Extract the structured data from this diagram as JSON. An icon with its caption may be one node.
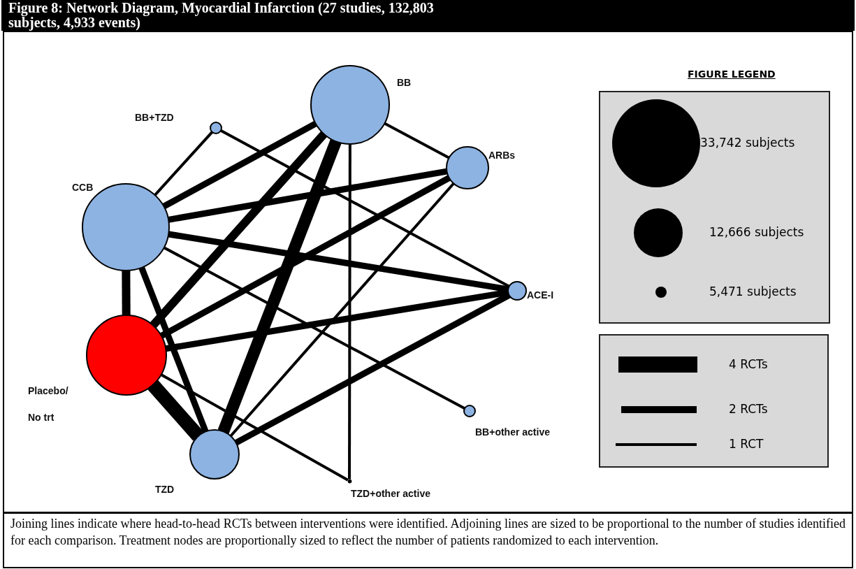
{
  "diagram": {
    "title": "Figure 8: Network Diagram, Myocardial Infarction (27 studies, 132,803 subjects, 4,933 events)",
    "caption": "Joining lines indicate where head-to-head RCTs between interventions were identified. Adjoining lines are sized to be proportional to the number of studies identified for each comparison. Treatment nodes are proportionally sized to reflect the number of patients randomized to each intervention.",
    "nodes": [
      {
        "text": [
          "BB"
        ]
      },
      {
        "text": [
          "BB+TZD"
        ]
      },
      {
        "text": [
          "ARBs"
        ]
      },
      {
        "text": [
          "CCB"
        ]
      },
      {
        "text": [
          "ACE-I"
        ]
      },
      {
        "text": [
          "Placebo/ No trt"
        ]
      },
      {
        "text": [
          "BB+other active"
        ]
      },
      {
        "text": [
          "TZD"
        ]
      },
      {
        "text": [
          "TZD+other active"
        ]
      }
    ],
    "edges": [
      {
        "from": 3,
        "to": 1,
        "arrow": "none"
      },
      {
        "from": 1,
        "to": 4,
        "arrow": "none"
      },
      {
        "from": 3,
        "to": 0,
        "arrow": "none"
      },
      {
        "from": 3,
        "to": 2,
        "arrow": "none"
      },
      {
        "from": 3,
        "to": 4,
        "arrow": "none"
      },
      {
        "from": 3,
        "to": 6,
        "arrow": "none"
      },
      {
        "from": 3,
        "to": 5,
        "arrow": "none"
      },
      {
        "from": 3,
        "to": 7,
        "arrow": "none"
      },
      {
        "from": 0,
        "to": 5,
        "arrow": "none"
      },
      {
        "from": 0,
        "to": 7,
        "arrow": "none",
        "style": "thick"
      },
      {
        "from": 0,
        "to": 2,
        "arrow": "none"
      },
      {
        "from": 0,
        "to": 8,
        "arrow": "none"
      },
      {
        "from": 2,
        "to": 5,
        "arrow": "none"
      },
      {
        "from": 2,
        "to": 7,
        "arrow": "none"
      },
      {
        "from": 4,
        "to": 5,
        "arrow": "none"
      },
      {
        "from": 4,
        "to": 7,
        "arrow": "none"
      },
      {
        "from": 5,
        "to": 7,
        "arrow": "none",
        "style": "thick"
      },
      {
        "from": 5,
        "to": 8,
        "arrow": "none"
      }
    ],
    "labels": [
      "FIGURE LEGEND"
    ],
    "legend": [
      {
        "text": "33,742 subjects"
      },
      {
        "text": "12,666 subjects"
      },
      {
        "text": "5,471 subjects"
      },
      {
        "text": "4 RCTs"
      },
      {
        "text": "2 RCTs"
      },
      {
        "text": "1 RCT"
      }
    ]
  }
}
